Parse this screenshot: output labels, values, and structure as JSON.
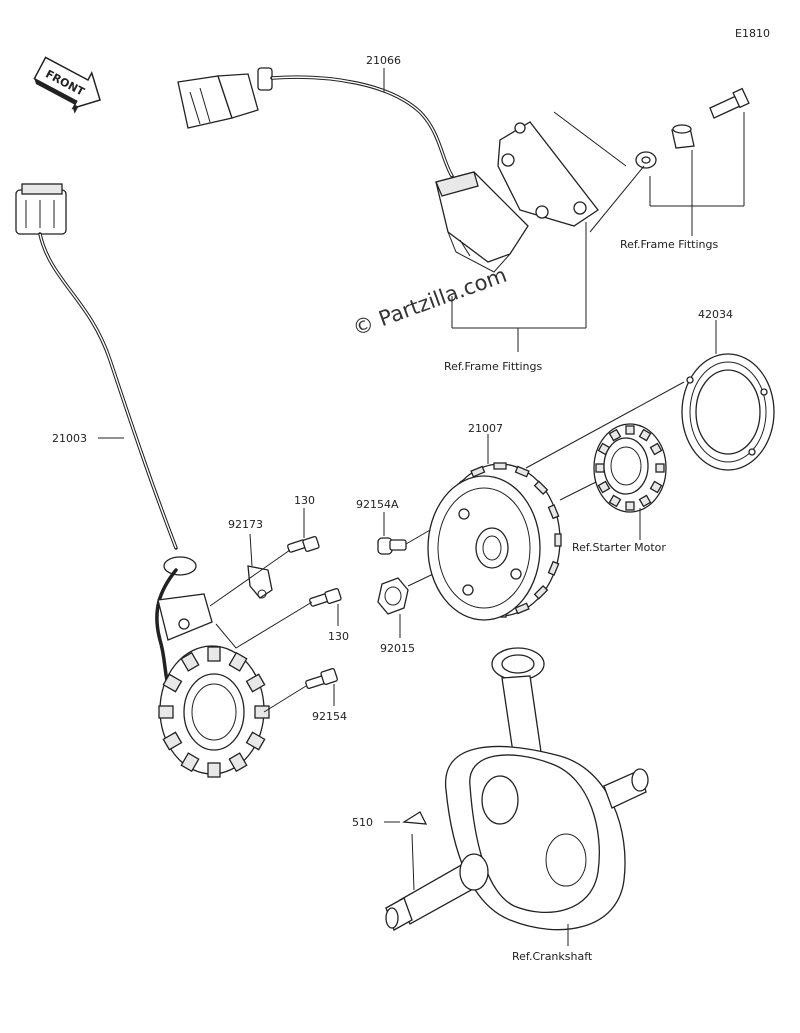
{
  "diagram_code": "E1810",
  "front_label": "FRONT",
  "watermark": "© Partzilla.com",
  "callouts": {
    "harness_21066": "21066",
    "frame_fittings_top": "Ref.Frame Fittings",
    "frame_fittings_mid": "Ref.Frame Fittings",
    "seal_42034": "42034",
    "harness_21003": "21003",
    "rotor_21007": "21007",
    "starter_motor": "Ref.Starter Motor",
    "bolt_92154a": "92154A",
    "clamp_92173": "92173",
    "bolt_130_top": "130",
    "bolt_130_mid": "130",
    "nut_92015": "92015",
    "bolt_92154": "92154",
    "key_510": "510",
    "crankshaft": "Ref.Crankshaft"
  }
}
